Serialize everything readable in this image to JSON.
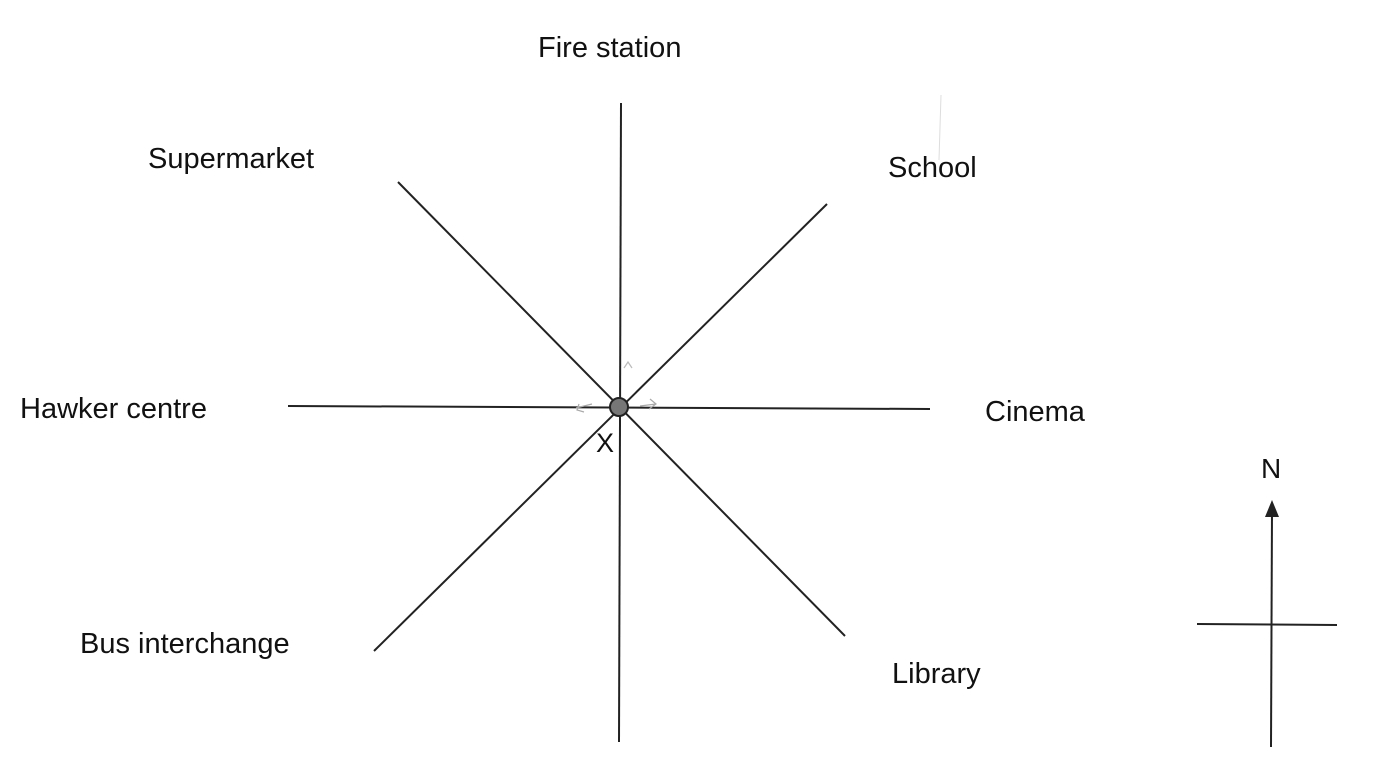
{
  "places": {
    "north": "Fire station",
    "north_west": "Supermarket",
    "north_east": "School",
    "west": "Hawker centre",
    "east": "Cinema",
    "south_west": "Bus interchange",
    "south_east": "Library"
  },
  "center_point_label": "X",
  "compass": {
    "north_label": "N"
  },
  "colors": {
    "line": "#222222",
    "center_dot": "#777777"
  }
}
